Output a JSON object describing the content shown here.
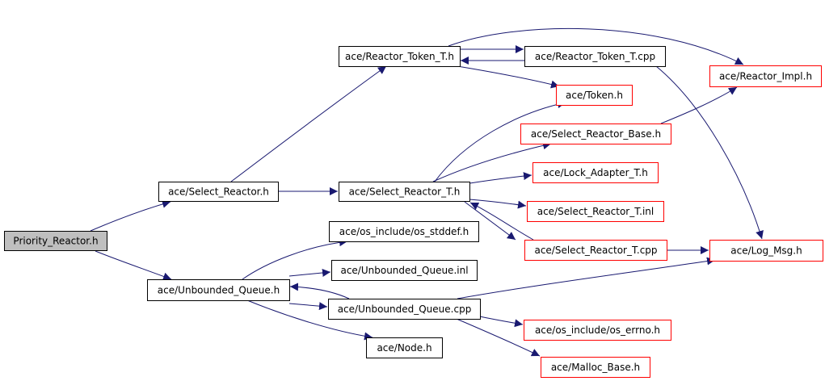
{
  "colors": {
    "edge": "#191970",
    "root_fill": "#bfbfbf",
    "root_stroke": "#000000",
    "local_stroke": "#000000",
    "external_stroke": "#ff0000",
    "fill": "#ffffff"
  },
  "nodes": [
    {
      "id": "priority_reactor_h",
      "label": "Priority_Reactor.h",
      "kind": "root"
    },
    {
      "id": "select_reactor_h",
      "label": "ace/Select_Reactor.h",
      "kind": "local"
    },
    {
      "id": "unbounded_queue_h",
      "label": "ace/Unbounded_Queue.h",
      "kind": "local"
    },
    {
      "id": "reactor_token_t_h",
      "label": "ace/Reactor_Token_T.h",
      "kind": "local"
    },
    {
      "id": "select_reactor_t_h",
      "label": "ace/Select_Reactor_T.h",
      "kind": "local"
    },
    {
      "id": "os_stddef_h",
      "label": "ace/os_include/os_stddef.h",
      "kind": "local"
    },
    {
      "id": "unbounded_queue_inl",
      "label": "ace/Unbounded_Queue.inl",
      "kind": "local"
    },
    {
      "id": "unbounded_queue_cpp",
      "label": "ace/Unbounded_Queue.cpp",
      "kind": "local"
    },
    {
      "id": "node_h",
      "label": "ace/Node.h",
      "kind": "local"
    },
    {
      "id": "reactor_token_t_cpp",
      "label": "ace/Reactor_Token_T.cpp",
      "kind": "local"
    },
    {
      "id": "token_h",
      "label": "ace/Token.h",
      "kind": "external"
    },
    {
      "id": "select_reactor_base_h",
      "label": "ace/Select_Reactor_Base.h",
      "kind": "external"
    },
    {
      "id": "lock_adapter_t_h",
      "label": "ace/Lock_Adapter_T.h",
      "kind": "external"
    },
    {
      "id": "select_reactor_t_inl",
      "label": "ace/Select_Reactor_T.inl",
      "kind": "external"
    },
    {
      "id": "select_reactor_t_cpp",
      "label": "ace/Select_Reactor_T.cpp",
      "kind": "external"
    },
    {
      "id": "os_errno_h",
      "label": "ace/os_include/os_errno.h",
      "kind": "external"
    },
    {
      "id": "malloc_base_h",
      "label": "ace/Malloc_Base.h",
      "kind": "external"
    },
    {
      "id": "reactor_impl_h",
      "label": "ace/Reactor_Impl.h",
      "kind": "external"
    },
    {
      "id": "log_msg_h",
      "label": "ace/Log_Msg.h",
      "kind": "external"
    }
  ],
  "edges": [
    {
      "from": "priority_reactor_h",
      "to": "select_reactor_h"
    },
    {
      "from": "priority_reactor_h",
      "to": "unbounded_queue_h"
    },
    {
      "from": "select_reactor_h",
      "to": "reactor_token_t_h"
    },
    {
      "from": "select_reactor_h",
      "to": "select_reactor_t_h"
    },
    {
      "from": "reactor_token_t_h",
      "to": "reactor_token_t_cpp"
    },
    {
      "from": "reactor_token_t_cpp",
      "to": "reactor_token_t_h"
    },
    {
      "from": "reactor_token_t_h",
      "to": "reactor_impl_h"
    },
    {
      "from": "reactor_token_t_h",
      "to": "token_h"
    },
    {
      "from": "reactor_token_t_cpp",
      "to": "log_msg_h"
    },
    {
      "from": "select_reactor_t_h",
      "to": "token_h"
    },
    {
      "from": "select_reactor_t_h",
      "to": "select_reactor_base_h"
    },
    {
      "from": "select_reactor_t_h",
      "to": "lock_adapter_t_h"
    },
    {
      "from": "select_reactor_t_h",
      "to": "select_reactor_t_inl"
    },
    {
      "from": "select_reactor_t_h",
      "to": "select_reactor_t_cpp"
    },
    {
      "from": "select_reactor_t_cpp",
      "to": "select_reactor_t_h"
    },
    {
      "from": "select_reactor_t_cpp",
      "to": "log_msg_h"
    },
    {
      "from": "select_reactor_base_h",
      "to": "reactor_impl_h"
    },
    {
      "from": "unbounded_queue_h",
      "to": "os_stddef_h"
    },
    {
      "from": "unbounded_queue_h",
      "to": "unbounded_queue_inl"
    },
    {
      "from": "unbounded_queue_h",
      "to": "unbounded_queue_cpp"
    },
    {
      "from": "unbounded_queue_cpp",
      "to": "unbounded_queue_h"
    },
    {
      "from": "unbounded_queue_h",
      "to": "node_h"
    },
    {
      "from": "unbounded_queue_cpp",
      "to": "log_msg_h"
    },
    {
      "from": "unbounded_queue_cpp",
      "to": "os_errno_h"
    },
    {
      "from": "unbounded_queue_cpp",
      "to": "malloc_base_h"
    }
  ]
}
